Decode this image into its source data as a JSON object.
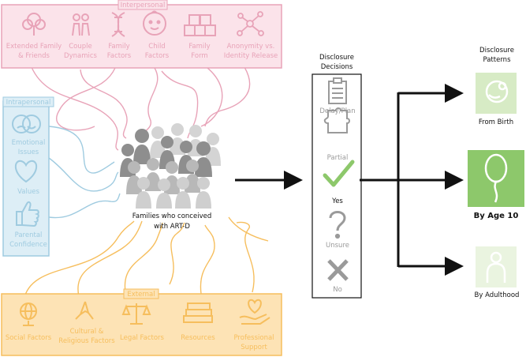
{
  "colors": {
    "interpersonal": "#e8a3b8",
    "interpersonal_fill": "#fbe3ea",
    "intrapersonal": "#9fcbe0",
    "intrapersonal_fill": "#ddeef6",
    "external": "#f6be5d",
    "external_fill": "#fde3b5",
    "green": "#8dc86b",
    "green_light": "#d7ebc5",
    "green_pale": "#eaf4e0",
    "black": "#111111",
    "grey": "#9a9a9a"
  },
  "interpersonal": {
    "label": "Interpersonal",
    "items": [
      {
        "icon": "tree-icon",
        "line1": "Extended Family",
        "line2": "& Friends"
      },
      {
        "icon": "couple-icon",
        "line1": "Couple",
        "line2": "Dynamics"
      },
      {
        "icon": "dna-icon",
        "line1": "Family",
        "line2": "Factors"
      },
      {
        "icon": "baby-face-icon",
        "line1": "Child",
        "line2": "Factors"
      },
      {
        "icon": "blocks-icon",
        "line1": "Family",
        "line2": "Form"
      },
      {
        "icon": "network-icon",
        "line1": "Anonymity vs.",
        "line2": "Identity Release"
      }
    ]
  },
  "intrapersonal": {
    "label": "Intrapersonal",
    "items": [
      {
        "icon": "masks-icon",
        "line1": "Emotional",
        "line2": "Issues"
      },
      {
        "icon": "heart-icon",
        "line1": "Values",
        "line2": ""
      },
      {
        "icon": "thumbs-up-icon",
        "line1": "Parental",
        "line2": "Confidence"
      }
    ]
  },
  "external": {
    "label": "External",
    "items": [
      {
        "icon": "globe-icon",
        "line1": "Social Factors",
        "line2": ""
      },
      {
        "icon": "praying-hands-icon",
        "line1": "Cultural &",
        "line2": "Religious Factors"
      },
      {
        "icon": "scales-icon",
        "line1": "Legal Factors",
        "line2": ""
      },
      {
        "icon": "books-icon",
        "line1": "Resources",
        "line2": ""
      },
      {
        "icon": "heart-hand-icon",
        "line1": "Professional",
        "line2": "Support"
      }
    ]
  },
  "families": {
    "line1": "Families who conceived",
    "line2": "with ART-D"
  },
  "decisions": {
    "title1": "Disclosure",
    "title2": "Decisions",
    "options": [
      {
        "icon": "clipboard-icon",
        "label": "Delay/Plan"
      },
      {
        "icon": "puzzle-icon",
        "label": "Partial"
      },
      {
        "icon": "checkmark-icon",
        "label": "Yes"
      },
      {
        "icon": "question-icon",
        "label": "Unsure"
      },
      {
        "icon": "x-icon",
        "label": "No"
      }
    ]
  },
  "patterns": {
    "title1": "Disclosure",
    "title2": "Patterns",
    "items": [
      {
        "icon": "pacifier-icon",
        "label": "From Birth"
      },
      {
        "icon": "balloon-icon",
        "label": "By Age 10"
      },
      {
        "icon": "person-icon",
        "label": "By Adulthood"
      }
    ]
  }
}
